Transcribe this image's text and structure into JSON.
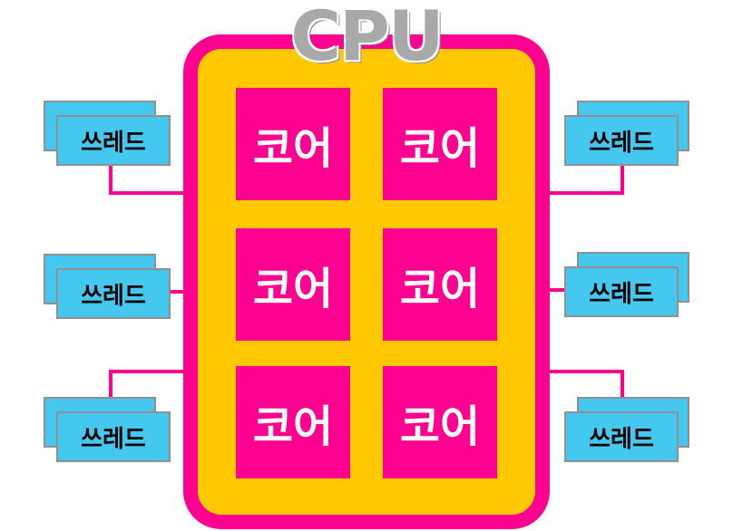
{
  "diagram": {
    "title": "CPU",
    "core_label": "코어",
    "thread_label": "쓰레드",
    "colors": {
      "frame": "#ff0090",
      "frame_fill": "#ffc800",
      "core": "#ff0090",
      "thread": "#45c8f0",
      "thread_border": "#909090",
      "title": "#a9a9a9",
      "wire": "#ff0090"
    },
    "cores": [
      {
        "label": "코어"
      },
      {
        "label": "코어"
      },
      {
        "label": "코어"
      },
      {
        "label": "코어"
      },
      {
        "label": "코어"
      },
      {
        "label": "코어"
      }
    ],
    "threads": [
      {
        "label": "쓰레드"
      },
      {
        "label": "쓰레드"
      },
      {
        "label": "쓰레드"
      },
      {
        "label": "쓰레드"
      },
      {
        "label": "쓰레드"
      },
      {
        "label": "쓰레드"
      }
    ]
  }
}
